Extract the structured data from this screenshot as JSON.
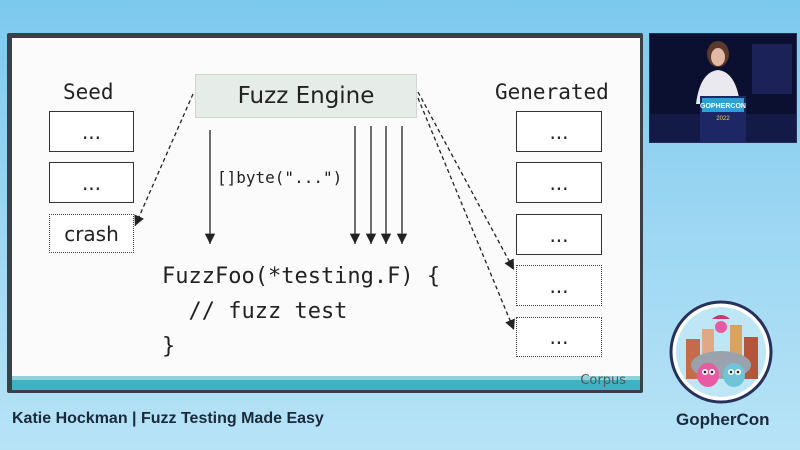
{
  "slide": {
    "seed_title": "Seed",
    "generated_title": "Generated",
    "engine_label": "Fuzz Engine",
    "seed_boxes": [
      "...",
      "...",
      "crash"
    ],
    "generated_boxes": [
      "...",
      "...",
      "...",
      "...",
      "..."
    ],
    "byte_label": "[]byte(\"...\")",
    "code_lines": [
      "FuzzFoo(*testing.F) {",
      "  // fuzz test",
      "}"
    ],
    "corpus_label": "Corpus"
  },
  "footer": {
    "talk_title": "Katie Hockman | Fuzz Testing Made Easy",
    "brand": "GopherCon"
  },
  "video": {
    "podium_text": "GOPHERCON",
    "podium_year": "2022"
  },
  "colors": {
    "background": "#9fd8f3",
    "slide_bar": "#3bb3c3",
    "engine_box": "#e6ece8"
  }
}
